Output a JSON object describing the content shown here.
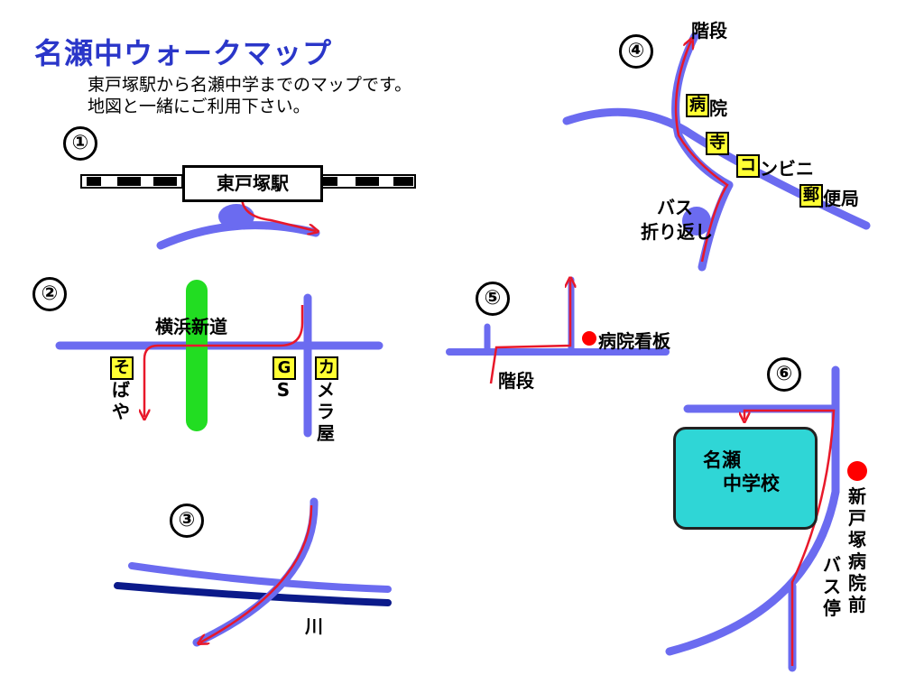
{
  "header": {
    "title": "名瀬中ウォークマップ",
    "subtitle_line1": "東戸塚駅から名瀬中学までのマップです。",
    "subtitle_line2": "地図と一緒にご利用下さい。"
  },
  "steps": {
    "s1": "①",
    "s2": "②",
    "s3": "③",
    "s4": "④",
    "s5": "⑤",
    "s6": "⑥"
  },
  "map1": {
    "station": "東戸塚駅"
  },
  "map2": {
    "road": "横浜新道",
    "soba_box": "そ",
    "soba_rest": "ばや",
    "gs_box": "G",
    "gs_rest": "S",
    "camera_box": "カ",
    "camera_rest": "メラ屋"
  },
  "map3": {
    "river": "川"
  },
  "map4": {
    "stairs": "階段",
    "hospital_box": "病",
    "hospital_rest": "院",
    "temple_box": "寺",
    "conbini_box": "コ",
    "conbini_rest": "ンビニ",
    "post_box": "郵",
    "post_rest": "便局",
    "bus_turn_1": "バス",
    "bus_turn_2": "折り返し"
  },
  "map5": {
    "hospital_sign": "病院看板",
    "stairs": "階段"
  },
  "map6": {
    "school_1": "名瀬",
    "school_2": "中学校",
    "bus_stop_1": "新戸塚病院前",
    "bus_stop_2": "バス停"
  },
  "colors": {
    "title": "#2a36c9",
    "road": "#6b6bf0",
    "route": "#e8182a",
    "green_road": "#22dd22",
    "river": "#0b1a8a",
    "school": "#2fd6d6",
    "highlight_box": "#ffff33",
    "marker": "#ff0000"
  }
}
